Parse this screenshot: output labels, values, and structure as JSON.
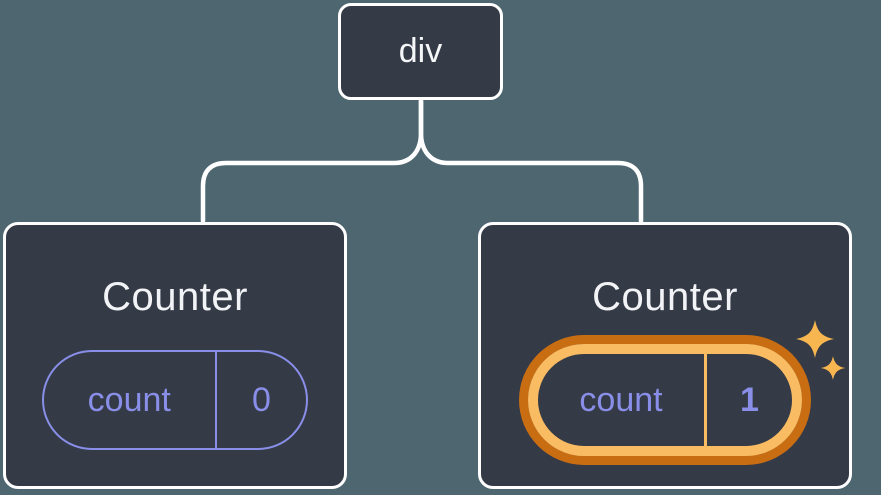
{
  "colors": {
    "background": "#4e6670",
    "card_bg": "#343a46",
    "card_border": "#ffffff",
    "connector": "#ffffff",
    "state_accent": "#898fe8",
    "highlight_outer": "#c96d13",
    "highlight_inner": "#f9bc62",
    "sparkle": "#f7b650"
  },
  "tree": {
    "root": {
      "label": "div"
    },
    "children": [
      {
        "title": "Counter",
        "state": {
          "key": "count",
          "value": "0"
        },
        "highlighted": false
      },
      {
        "title": "Counter",
        "state": {
          "key": "count",
          "value": "1"
        },
        "highlighted": true
      }
    ]
  }
}
